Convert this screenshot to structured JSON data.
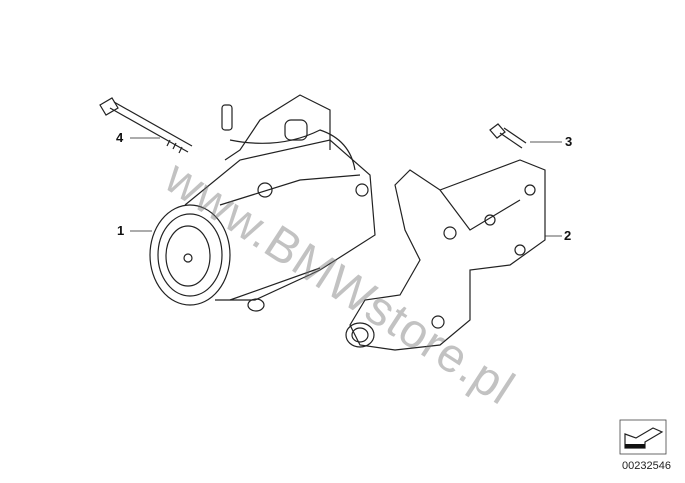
{
  "diagram": {
    "callouts": [
      {
        "number": "1",
        "part": "compressor"
      },
      {
        "number": "2",
        "part": "bracket"
      },
      {
        "number": "3",
        "part": "short-bolt"
      },
      {
        "number": "4",
        "part": "long-bolt"
      }
    ],
    "watermark": "www.BMWstore.pl",
    "diagram_number": "00232546"
  }
}
